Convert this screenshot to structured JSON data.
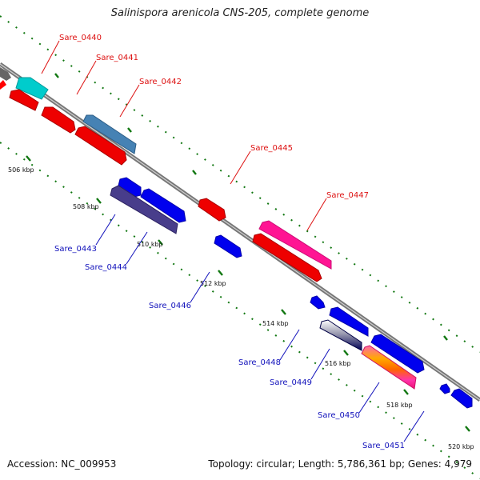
{
  "title": "Salinispora arenicola CNS-205, complete genome",
  "footer": {
    "accession": "Accession: NC_009953",
    "summary": "Topology: circular; Length: 5,786,361 bp; Genes: 4,979"
  },
  "kbp_labels": [
    "506 kbp",
    "508 kbp",
    "510 kbp",
    "512 kbp",
    "514 kbp",
    "516 kbp",
    "518 kbp",
    "520 kbp"
  ],
  "gene_labels_forward": [
    "Sare_0440",
    "Sare_0441",
    "Sare_0442",
    "Sare_0445",
    "Sare_0447"
  ],
  "gene_labels_reverse": [
    "Sare_0443",
    "Sare_0444",
    "Sare_0446",
    "Sare_0448",
    "Sare_0449",
    "Sare_0450",
    "Sare_0451"
  ],
  "colors": {
    "forward_label": "#dd1111",
    "reverse_label": "#1111bb",
    "backbone": "#8a8a8a",
    "tick": "#117711"
  }
}
